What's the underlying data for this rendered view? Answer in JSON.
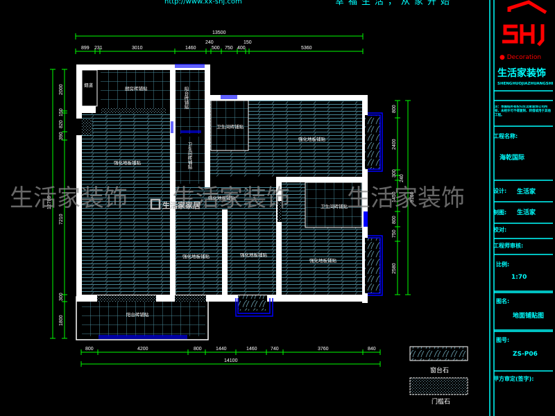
{
  "header": {
    "url": "http://www.xx-shj.com",
    "slogan": "幸福生活，从家开始"
  },
  "dimensions": {
    "top_total": "13500",
    "top_segments": [
      "899",
      "231",
      "3010",
      "1460",
      "240",
      "500",
      "750",
      "400",
      "150",
      "5360"
    ],
    "bottom_segments": [
      "800",
      "4200",
      "800",
      "1440",
      "1460",
      "740",
      "3760",
      "840"
    ],
    "bottom_total": "14100",
    "left_total": "12700",
    "left_segments": [
      "2000",
      "150",
      "820",
      "390",
      "7210",
      "300",
      "1800"
    ],
    "right_total": "9160",
    "right_segments": [
      "800",
      "2400",
      "300",
      "240",
      "1450",
      "800",
      "750",
      "2580"
    ]
  },
  "rooms": {
    "flue": "烟道",
    "kitchen": "厨房砖铺贴",
    "balcony_top": "阳台砖铺贴",
    "bathroom_1": "卫生间砖铺贴",
    "bathroom_2": "卫生间砖铺贴",
    "bathroom_3": "卫生间砖铺贴",
    "living": "强化地板铺贴",
    "corridor": "强化地板铺贴",
    "bedroom_top": "强化地板铺贴",
    "bedroom_1": "强化地板铺贴",
    "bedroom_2": "强化地板铺贴",
    "bedroom_3": "强化地板铺贴",
    "balcony_bottom": "阳台砖铺贴"
  },
  "legend": {
    "windowsill": "窗台石",
    "threshold": "门槛石"
  },
  "watermark": {
    "text": "生活家装饰",
    "logo_text": "生活家家居"
  },
  "title_block": {
    "logo": "SHJ",
    "decoration": "● Decoration",
    "company": "生活家装饰",
    "company_pinyin": "SHENGHUOJIAZHUANGSHI",
    "note": "注：本图纸所有权归生活家装饰公司所有，未经许可不得复制、转借或用于其他工程。",
    "project_label": "工程名称:",
    "project": "海乾国际",
    "design_label": "设计:",
    "design": "生活家",
    "drawing_label": "制图:",
    "drawing": "生活家",
    "check_label": "校对:",
    "engineer_label": "工程师审核:",
    "scale_label": "比例:",
    "scale": "1:70",
    "name_label": "图名:",
    "name": "地面铺贴图",
    "number_label": "图号:",
    "number": "ZS-P06",
    "client_label": "甲方审定(签字):"
  },
  "colors": {
    "wall": "#ffffff",
    "dim": "#00ff00",
    "window": "#0000ff",
    "title": "#00ffff",
    "logo": "#ff0000",
    "tile": "#4a8a9a"
  }
}
